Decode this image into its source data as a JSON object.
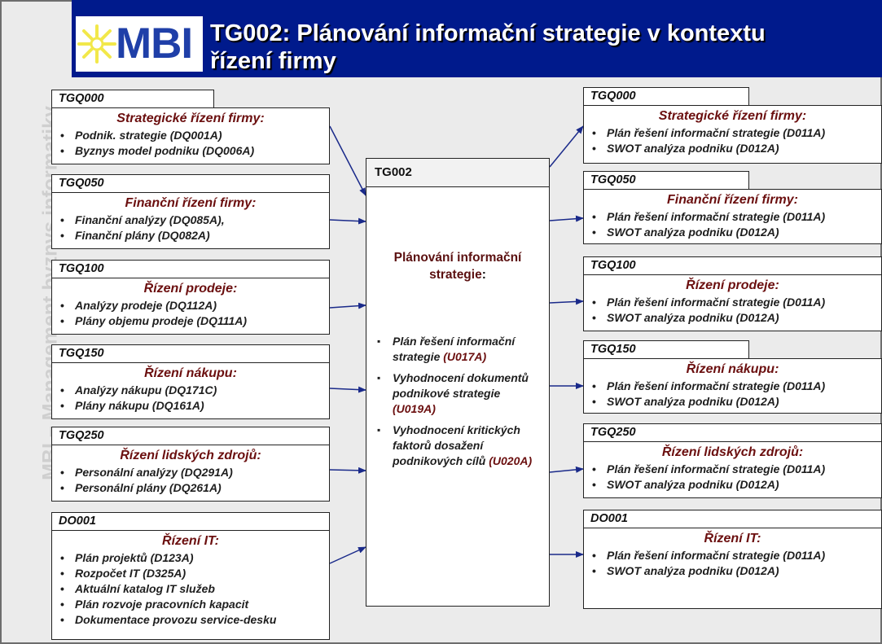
{
  "header": {
    "logo_text": "MBI",
    "title_line1": "TG002: Plánování informační strategie v kontextu",
    "title_line2": "řízení firmy"
  },
  "sidebar": {
    "text": "MBI – Management byznys informatiky"
  },
  "colors": {
    "header_bg": "#001a8c",
    "name_color": "#6b0f0f",
    "logo_star": "#f2e84a"
  },
  "center": {
    "code": "TG002",
    "title_line1": "Plánování informační",
    "title_line2": "strategie",
    "title_colon": ":",
    "items": [
      {
        "text": "Plán řešení informační strategie",
        "code": "(U017A)"
      },
      {
        "text": "Vyhodnocení dokumentů podnikové strategie",
        "code": "(U019A)"
      },
      {
        "text": "Vyhodnocení kritických faktorů dosažení podnikových cílů",
        "code": "(U020A)"
      }
    ]
  },
  "inputs": [
    {
      "code": "TGQ000",
      "name": "Strategické řízení firmy:",
      "items": [
        "Podnik. strategie (DQ001A)",
        "Byznys model podniku (DQ006A)"
      ]
    },
    {
      "code": "TGQ050",
      "name": "Finanční řízení firmy:",
      "items": [
        "Finanční analýzy (DQ085A),",
        "Finanční plány (DQ082A)"
      ]
    },
    {
      "code": "TGQ100",
      "name": "Řízení prodeje:",
      "items": [
        "Analýzy prodeje (DQ112A)",
        "Plány objemu prodeje (DQ111A)"
      ]
    },
    {
      "code": "TGQ150",
      "name": "Řízení nákupu:",
      "items": [
        "Analýzy nákupu (DQ171C)",
        "Plány nákupu (DQ161A)"
      ]
    },
    {
      "code": "TGQ250",
      "name": "Řízení lidských zdrojů:",
      "items": [
        "Personální analýzy (DQ291A)",
        "Personální plány (DQ261A)"
      ]
    },
    {
      "code": "DO001",
      "name": "Řízení IT:",
      "items": [
        "Plán projektů (D123A)",
        "Rozpočet IT (D325A)",
        "Aktuální katalog IT služeb",
        "Plán rozvoje pracovních kapacit",
        "Dokumentace provozu service-desku"
      ]
    }
  ],
  "outputs": [
    {
      "code": "TGQ000",
      "name": "Strategické řízení firmy:",
      "items": [
        "Plán řešení informační strategie (D011A)",
        "SWOT analýza podniku (D012A)"
      ]
    },
    {
      "code": "TGQ050",
      "name": "Finanční řízení firmy:",
      "items": [
        "Plán řešení informační strategie (D011A)",
        "SWOT analýza podniku (D012A)"
      ]
    },
    {
      "code": "TGQ100",
      "name": "Řízení prodeje:",
      "items": [
        "Plán řešení informační strategie (D011A)",
        "SWOT analýza podniku (D012A)"
      ]
    },
    {
      "code": "TGQ150",
      "name": "Řízení nákupu:",
      "items": [
        "Plán řešení informační strategie (D011A)",
        "SWOT analýza podniku (D012A)"
      ]
    },
    {
      "code": "TGQ250",
      "name": "Řízení lidských zdrojů:",
      "items": [
        "Plán řešení informační strategie (D011A)",
        "SWOT analýza podniku (D012A)"
      ]
    },
    {
      "code": "DO001",
      "name": "Řízení IT:",
      "items": [
        "Plán řešení informační strategie (D011A)",
        "SWOT analýza podniku (D012A)"
      ]
    }
  ]
}
